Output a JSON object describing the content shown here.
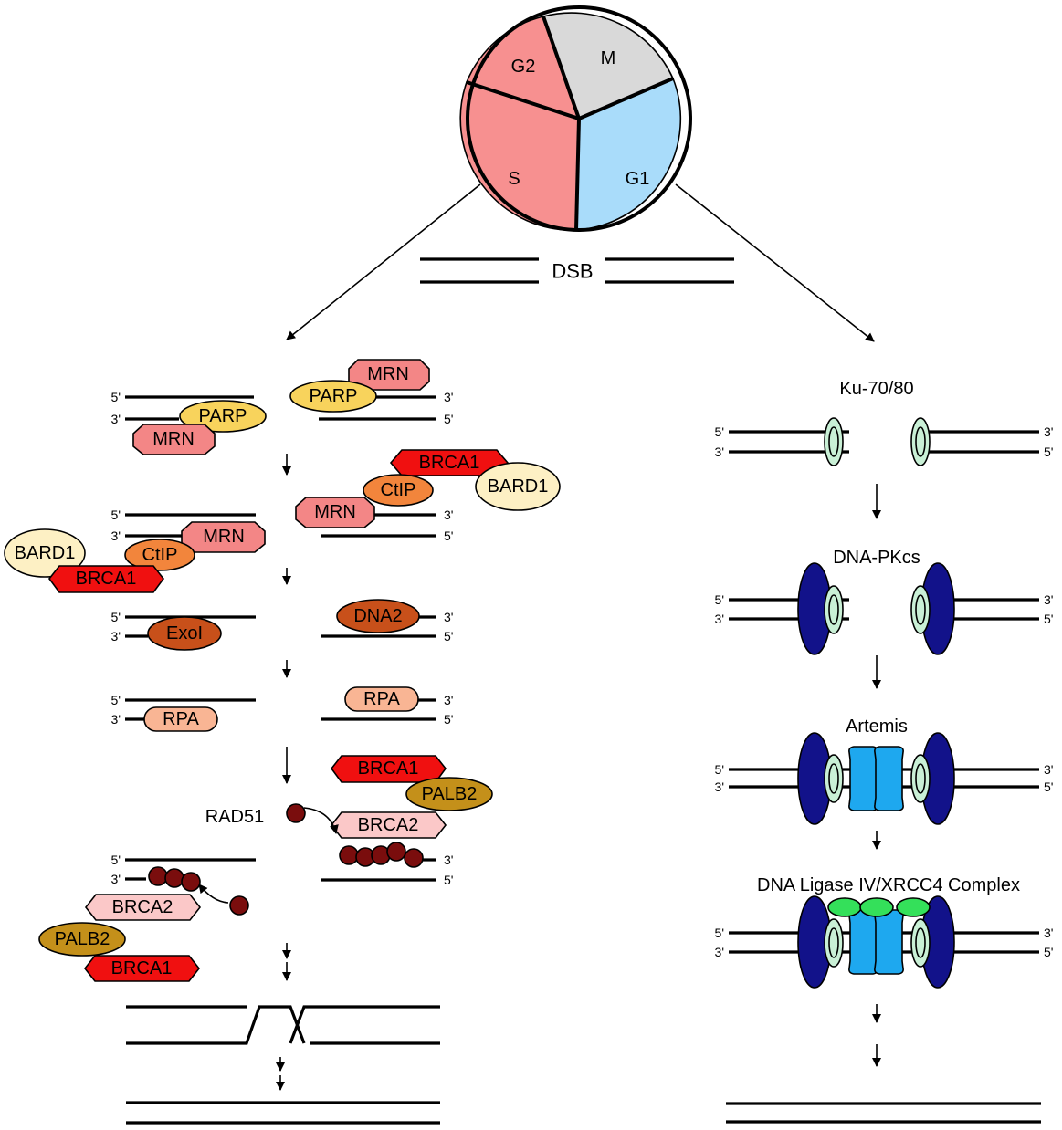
{
  "colors": {
    "phase_g2": "#f79090",
    "phase_s": "#f79090",
    "phase_m": "#d9d9d9",
    "phase_g1": "#a9dcfa",
    "mrn": "#f38686",
    "parp": "#f8d35c",
    "brca1": "#f01010",
    "bard1": "#fdf0c4",
    "ctip": "#f2853c",
    "dna2_exoi": "#c8501a",
    "rpa": "#f9b594",
    "palb2": "#c4901a",
    "brca2": "#fbc8c8",
    "rad51": "#7a0d0d",
    "ku": "#c9f0d6",
    "dnapkcs": "#12128a",
    "artemis": "#1ea8ef",
    "ligase": "#34e05a"
  },
  "cell_cycle": {
    "phases": [
      "G2",
      "M",
      "S",
      "G1"
    ],
    "damage_label": "DSB"
  },
  "hr": {
    "proteins": {
      "mrn": "MRN",
      "parp": "PARP",
      "brca1": "BRCA1",
      "bard1": "BARD1",
      "ctip": "CtIP",
      "dna2": "DNA2",
      "exoi": "ExoI",
      "rpa": "RPA",
      "palb2": "PALB2",
      "brca2": "BRCA2",
      "rad51": "RAD51"
    }
  },
  "nhej": {
    "steps": [
      "Ku-70/80",
      "DNA-PKcs",
      "Artemis",
      "DNA Ligase IV/XRCC4 Complex"
    ]
  },
  "strand_ends": {
    "five": "5'",
    "three": "3'"
  }
}
